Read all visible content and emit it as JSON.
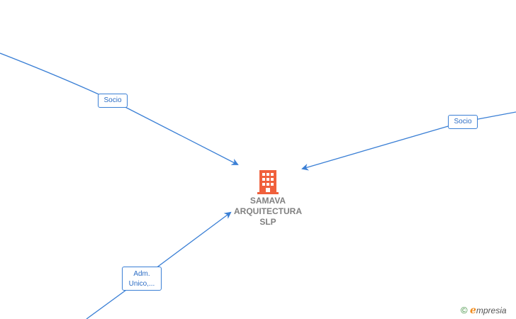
{
  "company": {
    "name": "SAMAVA\nARQUITECTURA\nSLP",
    "icon": "building-icon",
    "icon_color": "#f0603c"
  },
  "edges": [
    {
      "label": "Socio"
    },
    {
      "label": "Socio"
    },
    {
      "label": "Adm.\nUnico,..."
    }
  ],
  "colors": {
    "edge": "#3a7fd5",
    "label_text": "#2b6cc4",
    "node_text": "#808080"
  },
  "watermark": {
    "symbol": "©",
    "brand_first": "e",
    "brand_rest": "mpresia"
  }
}
